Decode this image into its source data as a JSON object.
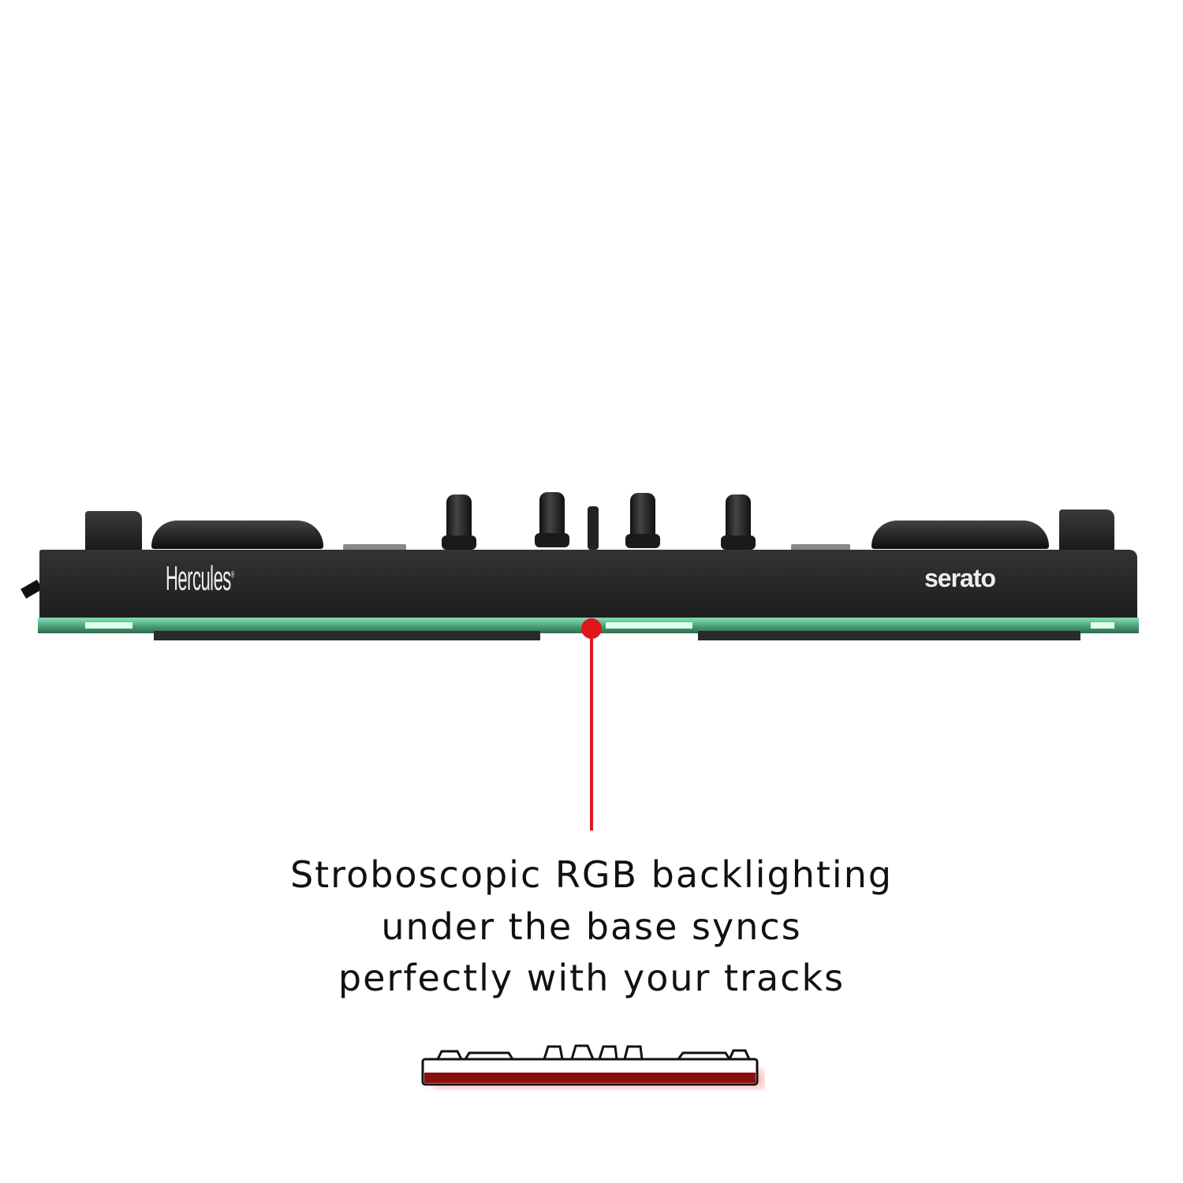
{
  "device": {
    "brand_logo": "Hercules®",
    "partner_logo": "serato"
  },
  "caption": {
    "lines": [
      "Stroboscopic RGB backlighting",
      "under the base syncs",
      "perfectly with your tracks"
    ]
  },
  "colors": {
    "accent": "#e0151b",
    "backlight": "#3ccf8e",
    "body": "#2a2a2a"
  }
}
